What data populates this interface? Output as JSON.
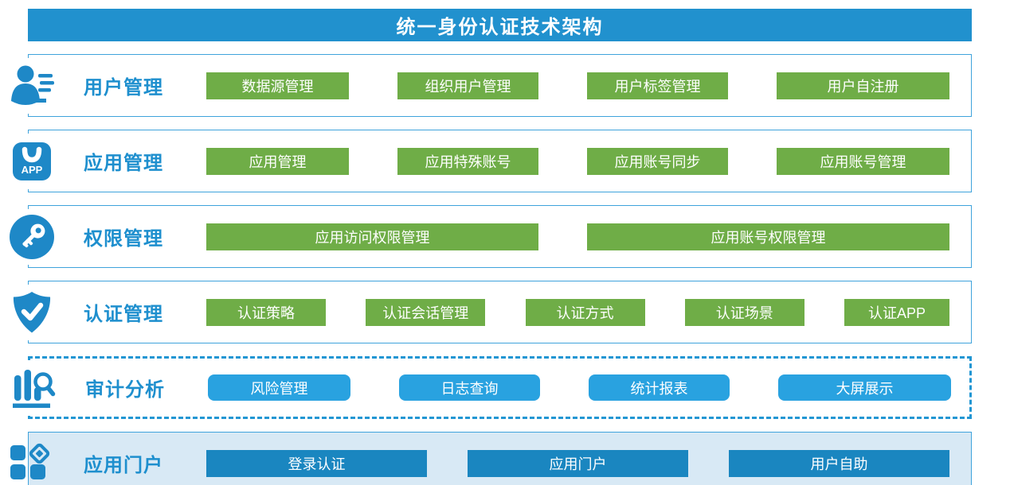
{
  "header": {
    "title": "统一身份认证技术架构"
  },
  "colors": {
    "header_bg": "#2191CE",
    "row_border": "#3FA3DC",
    "dashed_border": "#2196D3",
    "label_text": "#1E8FCE",
    "icon_blue": "#1E88C7",
    "module_green": "#6FAD47",
    "audit_button_blue": "#29A2E0",
    "portal_button_blue": "#1A86C0",
    "portal_row_bg": "#D8E9F5"
  },
  "rows": [
    {
      "id": "user-management",
      "label": "用户管理",
      "icon": "user-list-icon",
      "buttons": [
        "数据源管理",
        "组织用户管理",
        "用户标签管理",
        "用户自注册"
      ]
    },
    {
      "id": "app-management",
      "label": "应用管理",
      "icon": "app-bag-icon",
      "icon_text": "APP",
      "buttons": [
        "应用管理",
        "应用特殊账号",
        "应用账号同步",
        "应用账号管理"
      ]
    },
    {
      "id": "permission-management",
      "label": "权限管理",
      "icon": "key-icon",
      "buttons": [
        "应用访问权限管理",
        "应用账号权限管理"
      ]
    },
    {
      "id": "auth-management",
      "label": "认证管理",
      "icon": "shield-check-icon",
      "buttons": [
        "认证策略",
        "认证会话管理",
        "认证方式",
        "认证场景",
        "认证APP"
      ]
    },
    {
      "id": "audit-analysis",
      "label": "审计分析",
      "icon": "bar-chart-search-icon",
      "buttons": [
        "风险管理",
        "日志查询",
        "统计报表",
        "大屏展示"
      ]
    },
    {
      "id": "app-portal",
      "label": "应用门户",
      "icon": "app-grid-icon",
      "buttons": [
        "登录认证",
        "应用门户",
        "用户自助"
      ]
    }
  ]
}
